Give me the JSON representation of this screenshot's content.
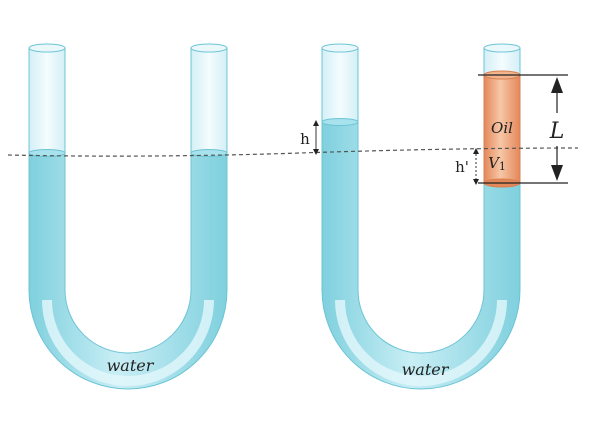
{
  "figure": {
    "left_tube": {
      "liquid_label": "water"
    },
    "right_tube": {
      "liquid_label": "water",
      "oil_label": "Oil",
      "volume_label": "V",
      "volume_subscript": "1",
      "length_label": "L",
      "height_label": "h",
      "height_prime_label": "h'"
    }
  },
  "colors": {
    "water": "#8fd7e3",
    "water_dark": "#5fc3d4",
    "tube_edge": "#6cc4d6",
    "glass": "#e6f7fb",
    "oil": "#e89a6a",
    "oil_dark": "#d9804e"
  }
}
